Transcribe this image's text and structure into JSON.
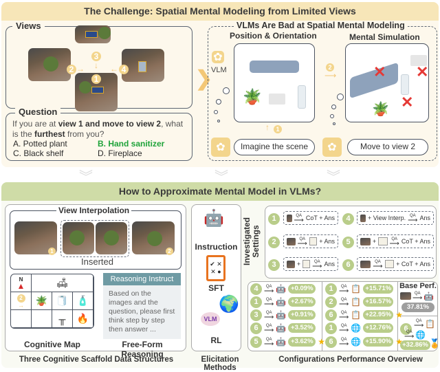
{
  "top": {
    "title": "The Challenge: Spatial Mental Modeling from Limited Views",
    "views": {
      "label": "Views",
      "view_numbers": [
        "1",
        "2",
        "3",
        "4"
      ]
    },
    "question": {
      "label": "Question",
      "text_parts": [
        "If you are at ",
        "view 1 and move to view 2",
        ", what is the ",
        "furthest",
        " from you?"
      ],
      "options": [
        {
          "label": "A. Potted plant",
          "correct": false
        },
        {
          "label": "B. Hand sanitizer",
          "correct": true
        },
        {
          "label": "C. Black shelf",
          "correct": false
        },
        {
          "label": "D. Fireplace",
          "correct": false
        }
      ]
    },
    "vlm_panel": {
      "title": "VLMs Are Bad at Spatial Mental Modeling",
      "left_heading": "Position & Orientation",
      "right_heading": "Mental Simulation",
      "vlm_label": "VLM",
      "step1": "1",
      "step2": "2",
      "prompt1": "Imagine the scene",
      "prompt2": "Move to view 2"
    }
  },
  "bottom": {
    "title": "How to Approximate Mental Model in VLMs?",
    "scaffolds": {
      "view_interpolation": {
        "title": "View Interpolation",
        "inserted_label": "Inserted",
        "start": "1",
        "end": "2"
      },
      "cognitive_map": {
        "caption": "Cognitive Map",
        "north": "N",
        "move_step": "2"
      },
      "reasoning": {
        "header": "Reasoning Instruct",
        "body": "Based on the images and the question, please first think step by step then answer ...",
        "caption": "Free-Form Reasoning"
      },
      "section_caption": "Three Cognitive Scaffold Data Structures"
    },
    "elicitation": {
      "items": [
        "Instruction",
        "SFT",
        "RL"
      ],
      "vlm_badge": "VLM",
      "section_caption": "Elicitation Methods"
    },
    "settings": {
      "label": "Investigated Settings",
      "items": [
        {
          "num": "1",
          "desc": "QA → CoT + Ans"
        },
        {
          "num": "2",
          "desc": "QA → Map + Ans"
        },
        {
          "num": "3",
          "desc": "+ Map QA → Ans"
        },
        {
          "num": "4",
          "desc": "+ View Interp. QA → Ans"
        },
        {
          "num": "5",
          "desc": "+ Map QA → CoT + Ans"
        },
        {
          "num": "6",
          "desc": "QA → Map + CoT + Ans"
        }
      ],
      "text": {
        "cot_ans": "CoT + Ans",
        "ans": "+ Ans",
        "ans_only": "Ans",
        "view_interp": "+ View Interp.",
        "map_cot_ans": "+ CoT + Ans",
        "plus": "+",
        "qa": "QA"
      }
    },
    "performance": {
      "instruction_col": [
        {
          "setting": "4",
          "delta": "+0.09%",
          "best": false
        },
        {
          "setting": "1",
          "delta": "+2.67%",
          "best": false
        },
        {
          "setting": "3",
          "delta": "+0.91%",
          "best": false
        },
        {
          "setting": "6",
          "delta": "+3.52%",
          "best": false
        },
        {
          "setting": "5",
          "delta": "+3.62%",
          "best": true
        }
      ],
      "training_col": [
        {
          "setting": "1",
          "method": "SFT",
          "delta": "+15.71%",
          "best": false
        },
        {
          "setting": "2",
          "method": "SFT",
          "delta": "+16.57%",
          "best": false
        },
        {
          "setting": "6",
          "method": "SFT",
          "delta": "+22.95%",
          "best": true
        },
        {
          "setting": "1",
          "method": "RL",
          "delta": "+12.76%",
          "best": false
        },
        {
          "setting": "6",
          "method": "RL",
          "delta": "+15.90%",
          "best": true
        }
      ],
      "base": {
        "label": "Base Perf.",
        "value": "37.81%"
      },
      "best": {
        "setting": "6",
        "delta": "+32.86%"
      },
      "qa": "QA",
      "section_caption": "Configurations Performance Overview"
    }
  },
  "colors": {
    "top_header": "#f7e6b8",
    "top_bg": "#fdf8ec",
    "bottom_header": "#cfdca7",
    "accent_yellow": "#f3d58c",
    "accent_green": "#b9cd8a",
    "correct_green": "#1fa33a",
    "error_red": "#e53935",
    "reason_header": "#6f9ba4"
  }
}
